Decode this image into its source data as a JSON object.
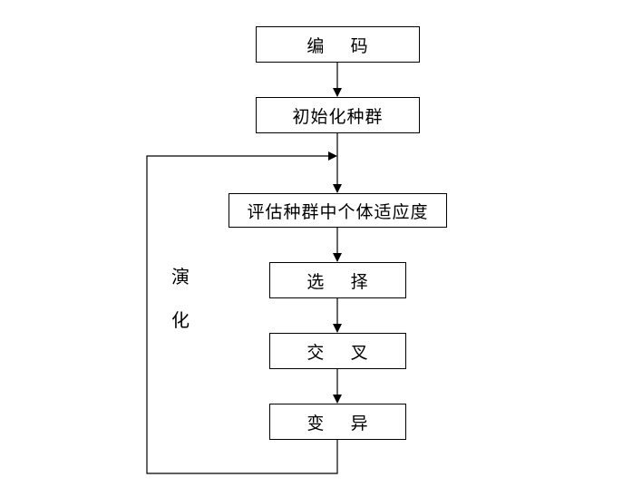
{
  "flowchart": {
    "steps": [
      {
        "id": "encode",
        "label": "编    码"
      },
      {
        "id": "init",
        "label": "初始化种群"
      },
      {
        "id": "evaluate",
        "label": "评估种群中个体适应度"
      },
      {
        "id": "select",
        "label": "选    择"
      },
      {
        "id": "crossover",
        "label": "交    叉"
      },
      {
        "id": "mutate",
        "label": "变    异"
      }
    ],
    "loop_label": {
      "char1": "演",
      "char2": "化"
    }
  },
  "colors": {
    "line": "#000000",
    "box_border": "#000000",
    "background": "#ffffff"
  }
}
